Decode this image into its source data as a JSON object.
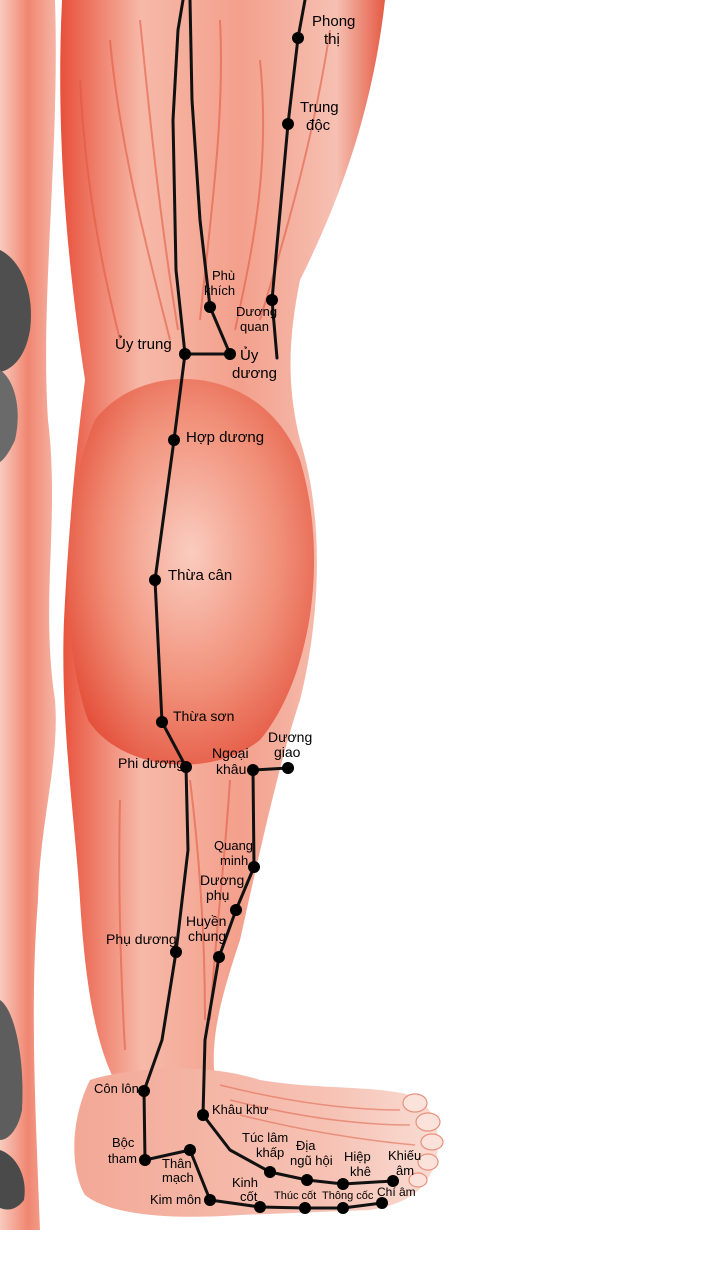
{
  "colors": {
    "background": "#ffffff",
    "muscle": "#e8503a",
    "muscle_light": "#f4a594",
    "bone": "#5a5a5a",
    "meridian": "#111111",
    "point": "#000000"
  },
  "points": {
    "phong_thi": "Phong thị",
    "trung_doc": "Trung độc",
    "phu_khich": "Phù khích",
    "duong_quan": "Dương quan",
    "uy_trung": "Ủy trung",
    "uy_duong": "Ủy dương",
    "hop_duong": "Hợp dương",
    "thua_can": "Thừa cân",
    "thua_son": "Thừa sơn",
    "phi_duong": "Phi dương",
    "ngoai_khau": "Ngoại khâu",
    "duong_giao": "Dương giao",
    "quang_minh": "Quang minh",
    "duong_phu": "Dương phụ",
    "huyen_chung": "Huyền chung",
    "phu_duong": "Phụ dương",
    "con_lon": "Côn lôn",
    "khau_khu": "Khâu khư",
    "boc_tham": "Bộc tham",
    "than_mach": "Thân mạch",
    "tuc_lam_khap": "Túc lâm khấp",
    "dia_ngu_hoi": "Địa ngũ hội",
    "hiep_khe": "Hiệp khê",
    "khieu_am": "Khiếu âm",
    "kim_mon": "Kim môn",
    "kinh_cot": "Kinh cốt",
    "thuc_cot": "Thúc cốt",
    "thong_coc": "Thông cốc",
    "chi_am": "Chí âm"
  }
}
